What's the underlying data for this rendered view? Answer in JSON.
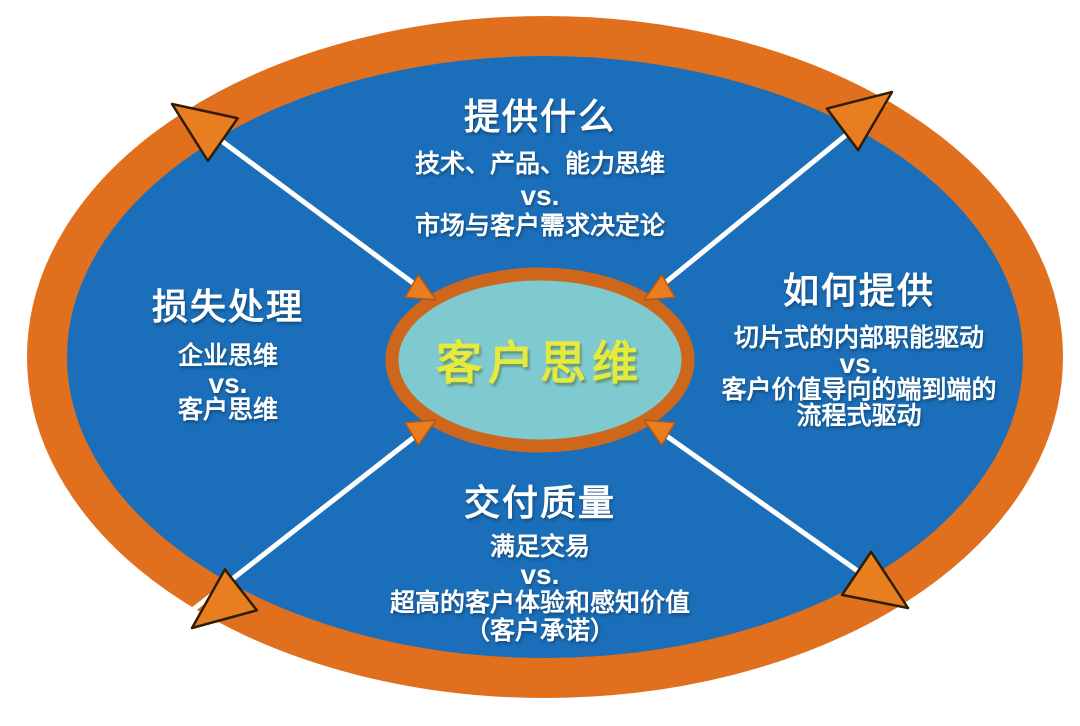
{
  "center": {
    "label": "客户思维"
  },
  "sections": {
    "top": {
      "title": "提供什么",
      "lines": [
        "技术、产品、能力思维",
        "vs.",
        "市场与客户需求决定论"
      ]
    },
    "left": {
      "title": "损失处理",
      "lines": [
        "企业思维",
        "vs.",
        "客户思维"
      ]
    },
    "right": {
      "title": "如何提供",
      "lines": [
        "切片式的内部职能驱动",
        "vs.",
        "客户价值导向的端到端的",
        "流程式驱动"
      ]
    },
    "bottom": {
      "title": "交付质量",
      "lines": [
        "满足交易",
        "vs.",
        "超高的客户体验和感知价值",
        "（客户承诺）"
      ]
    }
  },
  "colors": {
    "background": "#FFFFFF",
    "ring_orange": "#E0701E",
    "disc_blue": "#1B6FBA",
    "center_teal": "#7FCAD1",
    "center_border_orange": "#CE671C",
    "arrow_fill_orange": "#E87E20",
    "arrow_outline_dark": "#2F1D04",
    "arrow_line_white": "#FFFFFF",
    "section_text_white": "#FFFFFF",
    "center_text_yellow": "#E6E93E"
  }
}
